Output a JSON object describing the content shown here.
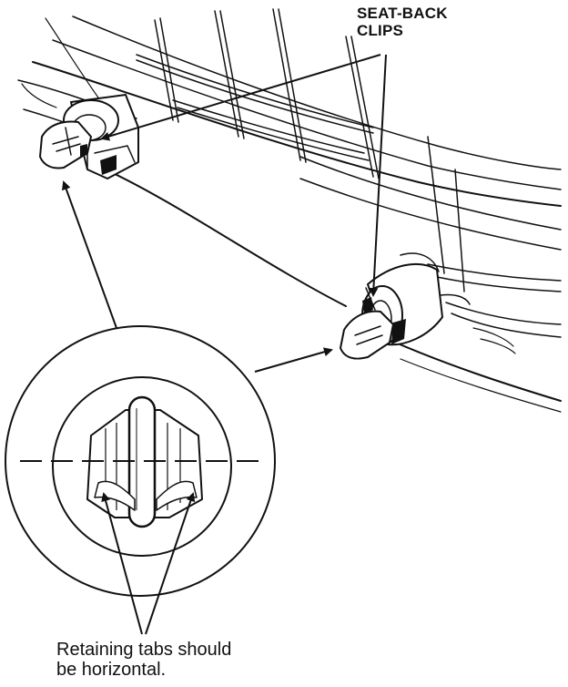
{
  "labels": {
    "seat_back_clips_line1": "SEAT-BACK",
    "seat_back_clips_line2": "CLIPS",
    "caption_line1": "Retaining tabs should",
    "caption_line2": "be horizontal."
  },
  "colors": {
    "ink": "#111111",
    "background": "#ffffff"
  }
}
